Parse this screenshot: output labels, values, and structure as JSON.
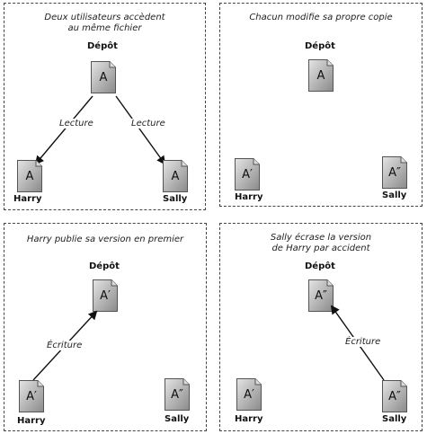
{
  "panels": [
    {
      "caption": [
        "Deux utilisateurs accèdent",
        "au même fichier"
      ],
      "repo_label": "Dépôt",
      "repo_file": "A",
      "harry_file": "A",
      "sally_file": "A",
      "harry_label": "Harry",
      "sally_label": "Sally",
      "arrow_left_label": "Lecture",
      "arrow_right_label": "Lecture"
    },
    {
      "caption": [
        "Chacun modifie sa propre copie"
      ],
      "repo_label": "Dépôt",
      "repo_file": "A",
      "harry_file": "A′",
      "sally_file": "A″",
      "harry_label": "Harry",
      "sally_label": "Sally"
    },
    {
      "caption": [
        "Harry publie sa version en premier"
      ],
      "repo_label": "Dépôt",
      "repo_file": "A′",
      "harry_file": "A′",
      "sally_file": "A″",
      "harry_label": "Harry",
      "sally_label": "Sally",
      "arrow_label": "Écriture"
    },
    {
      "caption": [
        "Sally écrase la version",
        "de Harry par accident"
      ],
      "repo_label": "Dépôt",
      "repo_file": "A″",
      "harry_file": "A′",
      "sally_file": "A″",
      "harry_label": "Harry",
      "sally_label": "Sally",
      "arrow_label": "Écriture"
    }
  ]
}
